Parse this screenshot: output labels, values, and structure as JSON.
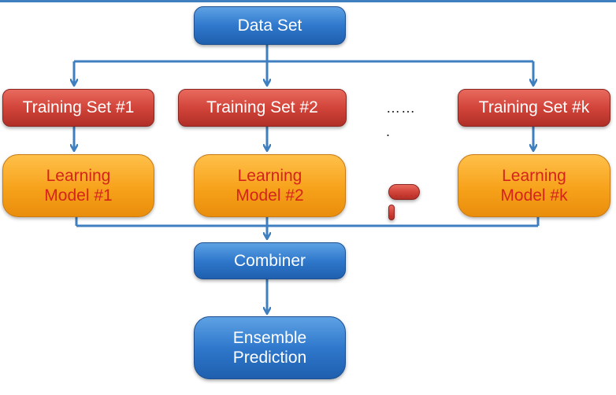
{
  "diagram": {
    "data_set": "Data Set",
    "training_sets": [
      "Training Set #1",
      "Training Set #2",
      "Training Set #k"
    ],
    "learning_models": [
      "Learning\nModel #1",
      "Learning\nModel #2",
      "Learning\nModel #k"
    ],
    "ellipsis_training": "……",
    "ellipsis_training_tail": ".",
    "ellipsis_models": "……",
    "ellipsis_models_tail": ".",
    "combiner": "Combiner",
    "ensemble_prediction": "Ensemble\nPrediction"
  },
  "colors": {
    "connector": "#3f7fc0",
    "blue_node": "#2f78cc",
    "red_node": "#d2443a",
    "orange_node": "#f7a21b",
    "model_text": "#d4241c"
  }
}
